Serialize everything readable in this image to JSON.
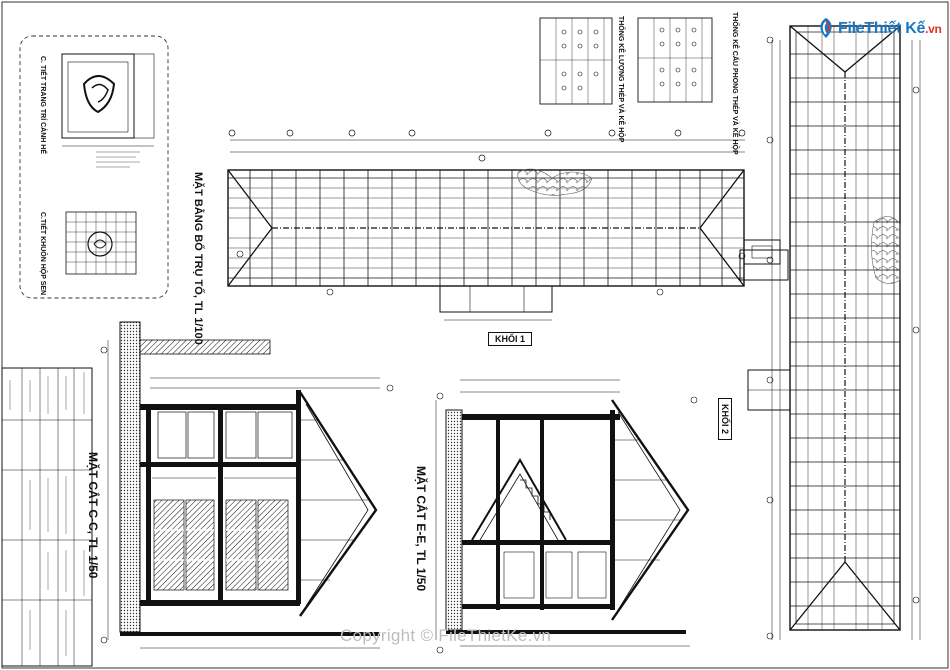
{
  "labels": {
    "plan_roof": "MẶT BẰNG BỔ TRỤ TỐ, TL 1/100",
    "section_cc": "MẶT CẮT C-C, TL 1/50",
    "section_ee": "MẶT CẮT E-E, TL 1/50",
    "block1": "KHỐI 1",
    "block2": "KHỐI 2",
    "stat_table_1": "THỐNG KÊ LƯỢNG THÉP VÀ KÊ HỘP",
    "stat_table_2": "THỐNG KÊ CẤU PHONG THÉP VÀ KÊ HỘP",
    "detail_1": "C. TIẾT TRANG TRÍ CẢNH HẾ",
    "detail_2": "C.TIẾT KHUÔN HỘP SEN"
  },
  "logo": {
    "brand": "File",
    "brand2": "Thiết Kế",
    "tld": ".vn"
  },
  "watermark": "Copyright © FileThietKe.vn",
  "colors": {
    "ink": "#111111",
    "logo_blue": "#1a78c2",
    "logo_red": "#e0342a",
    "watermark": "#bdbdbd"
  }
}
